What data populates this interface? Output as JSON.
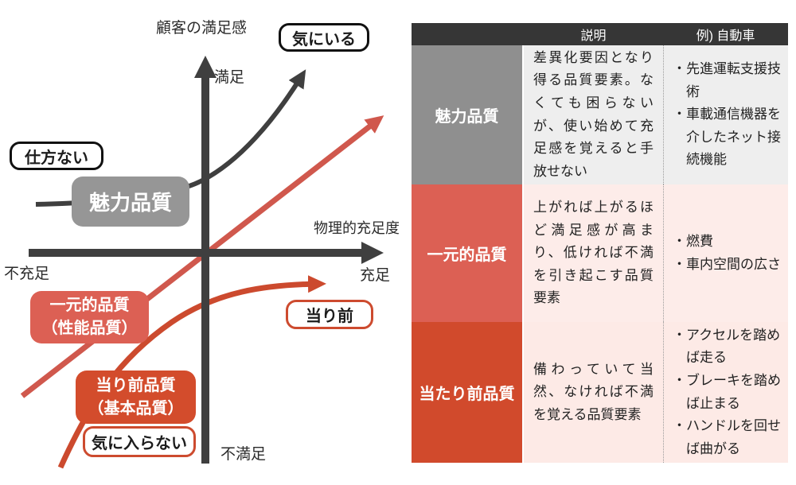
{
  "diagram": {
    "axes": {
      "y_title": "顧客の満足感",
      "y_pos": "満足",
      "y_neg": "不満足",
      "x_title": "物理的充足度",
      "x_neg": "不充足",
      "x_pos": "充足"
    },
    "callouts": {
      "like": "気にいる",
      "resigned": "仕方ない",
      "granted": "当り前",
      "dislike": "気に入らない"
    },
    "badges": {
      "attractive": "魅力品質",
      "one_dimensional_line1": "一元的品質",
      "one_dimensional_line2": "（性能品質）",
      "must_be_line1": "当り前品質",
      "must_be_line2": "（基本品質）"
    },
    "colors": {
      "axis_dark": "#3f3f3f",
      "attractive_gray": "#969696",
      "one_dimensional_red": "#dc6054",
      "must_be_red": "#d14a2c"
    }
  },
  "table": {
    "headers": {
      "description": "説明",
      "example": "例) 自動車"
    },
    "rows": [
      {
        "label": "魅力品質",
        "description": "差異化要因となり得る品質要素。なくても困らないが、使い始めて充足感を覚えると手放せない",
        "examples": [
          "・先進運転支援技術",
          "・車載通信機器を介したネット接続機能"
        ]
      },
      {
        "label": "一元的品質",
        "description": "上がれば上がるほど満足感が高まり、低ければ不満を引き起こす品質要素",
        "examples": [
          "・燃費",
          "・車内空間の広さ"
        ]
      },
      {
        "label": "当たり前品質",
        "description": "備わっていて当然、なければ不満を覚える品質要素",
        "examples": [
          "・アクセルを踏めば走る",
          "・ブレーキを踏めば止まる",
          "・ハンドルを回せば曲がる"
        ]
      }
    ]
  }
}
